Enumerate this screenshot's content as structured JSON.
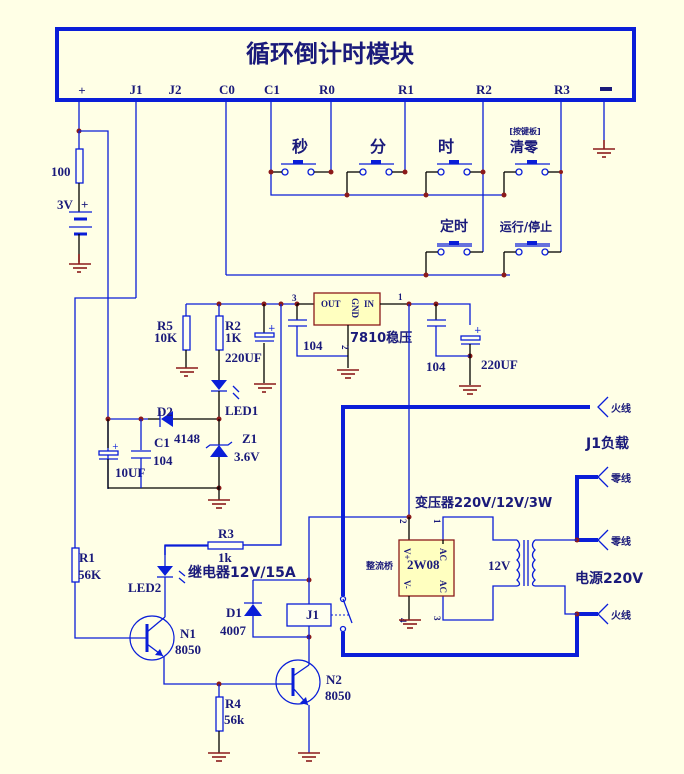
{
  "module": {
    "title": "循环倒计时模块",
    "pins": [
      "+",
      "J1",
      "J2",
      "C0",
      "C1",
      "R0",
      "R1",
      "R2",
      "R3",
      "-"
    ]
  },
  "buttons": {
    "sec": "秒",
    "min": "分",
    "hour": "时",
    "clear_note": "[按键板]",
    "clear": "清零",
    "timer": "定时",
    "run_stop": "运行/停止"
  },
  "battery": {
    "resistor": "100",
    "voltage": "3V",
    "plus": "+"
  },
  "regulator": {
    "out": "OUT",
    "gnd": "GND",
    "in": "IN",
    "pin1": "1",
    "pin2": "2",
    "pin3": "3",
    "label": "7810稳压",
    "c_out": "104",
    "c_in": "104",
    "c_in_big": "220UF"
  },
  "components": {
    "r5": "R5",
    "r5v": "10K",
    "r2": "R2",
    "r2v": "1K",
    "c220": "220UF",
    "led1": "LED1",
    "d2": "D2",
    "d2v": "4148",
    "c1": "C1",
    "c1v": "104",
    "c10": "10UF",
    "z1": "Z1",
    "z1v": "3.6V",
    "r3": "R3",
    "r3v": "1k",
    "led2": "LED2",
    "relay_label": "继电器12V/15A",
    "r1": "R1",
    "r1v": "56K",
    "d1": "D1",
    "d1v": "4007",
    "j1": "J1",
    "n1": "N1",
    "n1v": "8050",
    "r4": "R4",
    "r4v": "56k",
    "n2": "N2",
    "n2v": "8050"
  },
  "power": {
    "bridge_label": "整流桥",
    "bridge": "2W08",
    "vplus": "V+",
    "vminus": "V-",
    "ac1": "AC",
    "ac2": "AC",
    "p1": "1",
    "p2": "2",
    "p3": "3",
    "p4": "4",
    "transformer": "变压器220V/12V/3W",
    "sec_v": "12V",
    "mains": "电源220V",
    "load": "J1负载",
    "live1": "火线",
    "neutral1": "零线",
    "neutral2": "零线",
    "live2": "火线"
  }
}
